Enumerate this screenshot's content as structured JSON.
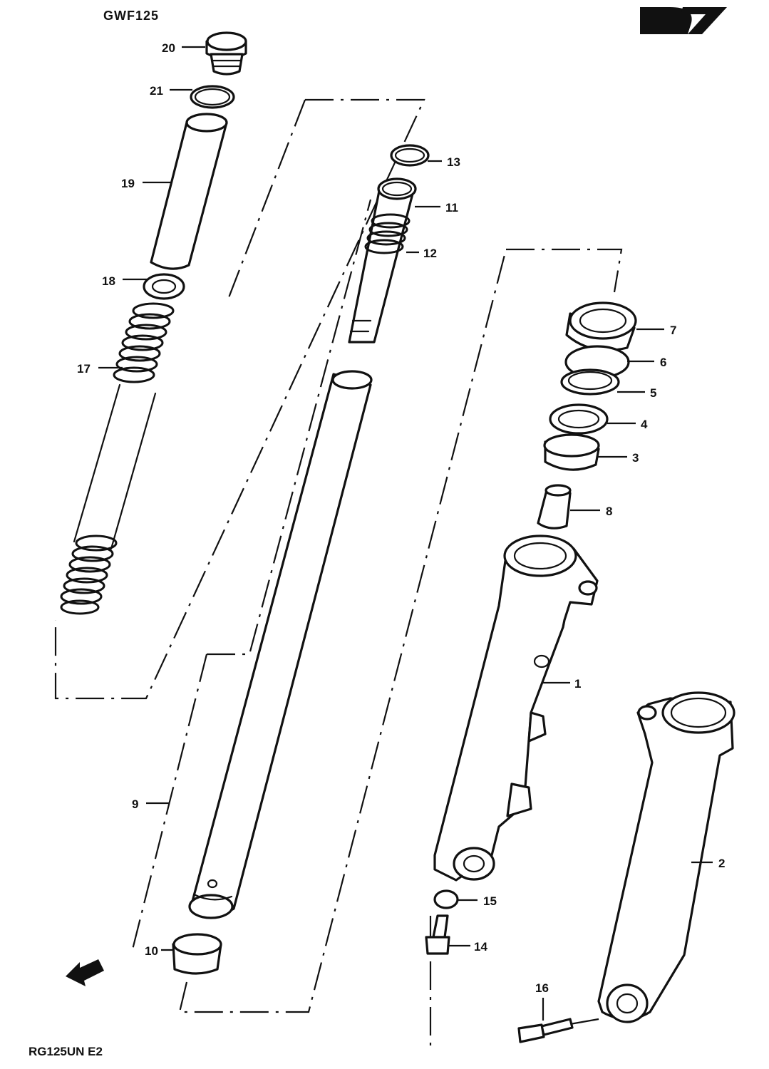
{
  "header": {
    "code_top_left": "GWF125",
    "section_badge": "D7"
  },
  "footer": {
    "model": "RG125UN E2"
  },
  "callouts": {
    "c1": "1",
    "c2": "2",
    "c3": "3",
    "c4": "4",
    "c5": "5",
    "c6": "6",
    "c7": "7",
    "c8": "8",
    "c9": "9",
    "c10": "10",
    "c11": "11",
    "c12": "12",
    "c13": "13",
    "c14": "14",
    "c15": "15",
    "c16": "16",
    "c17": "17",
    "c18": "18",
    "c19": "19",
    "c20": "20",
    "c21": "21"
  },
  "icons": {
    "front_arrow": "front-direction-arrow-icon"
  }
}
